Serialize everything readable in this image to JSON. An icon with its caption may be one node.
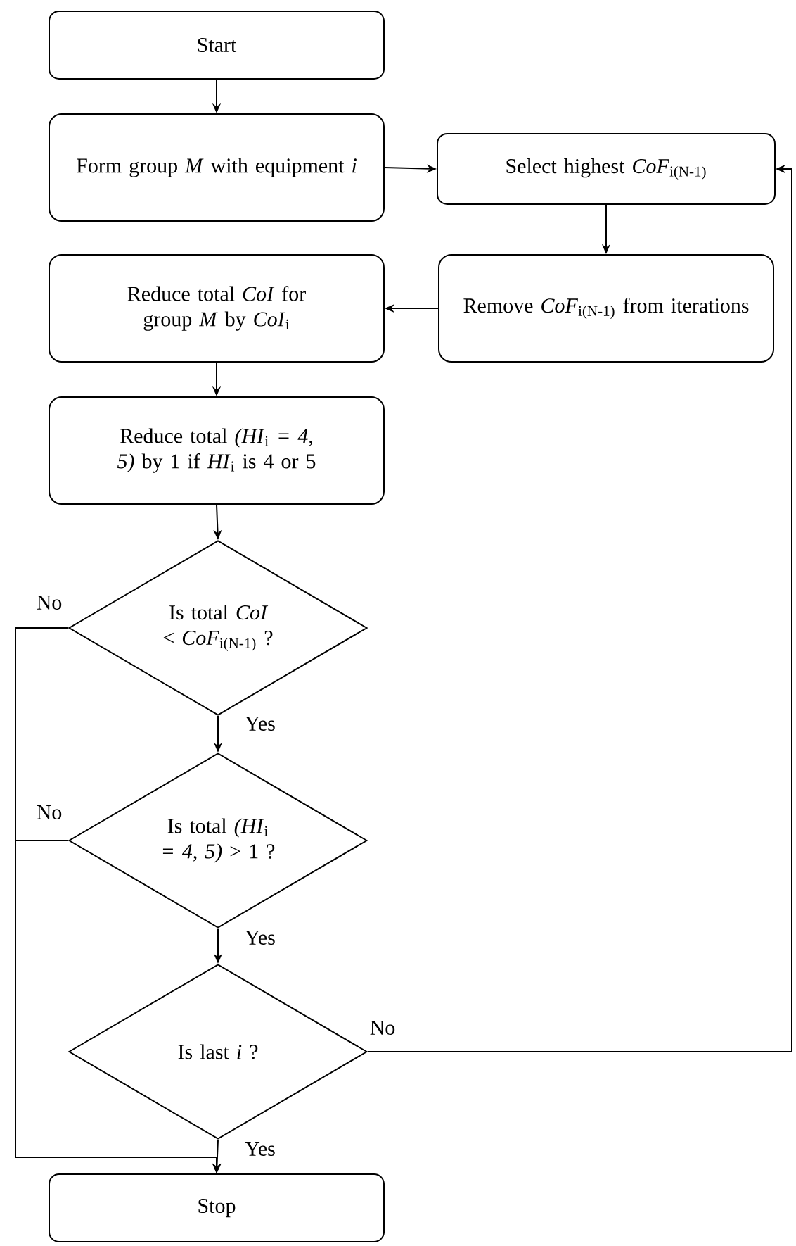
{
  "diagram": {
    "nodes": [
      {
        "text": [
          "Start"
        ]
      },
      {
        "text": [
          "Form group *M* with equipment *i*"
        ]
      },
      {
        "text": [
          "Select highest *CoF*$_{i(N-1)}$"
        ]
      },
      {
        "text": [
          "Remove *CoF*$_{i(N-1)}$ from iterations"
        ]
      },
      {
        "text": [
          "Reduce total *CoI* for group *M* by *CoI*$_{i}$"
        ]
      },
      {
        "text": [
          "Reduce total *(HI*$_{i}$ *= 4, 5)* by 1 if *HI*$_{i}$ is 4 or 5"
        ]
      },
      {
        "text": [
          "Is total *CoI* < *CoF*$_{i(N-1)}$ ?"
        ]
      },
      {
        "text": [
          "Is total *(HI*$_{i}$ *= 4, 5)* > 1 ?"
        ]
      },
      {
        "text": [
          "Is last *i* ?"
        ]
      },
      {
        "text": [
          "Stop"
        ]
      }
    ],
    "edges": [
      {
        "from": 0,
        "to": 1,
        "arrow": "to"
      },
      {
        "from": 1,
        "to": 2,
        "arrow": "to"
      },
      {
        "from": 2,
        "to": 3,
        "arrow": "to"
      },
      {
        "from": 3,
        "to": 4,
        "arrow": "to"
      },
      {
        "from": 4,
        "to": 5,
        "arrow": "to"
      },
      {
        "from": 5,
        "to": 6,
        "arrow": "to"
      },
      {
        "from": 6,
        "to": 7,
        "arrow": "to",
        "label": "Yes"
      },
      {
        "from": 7,
        "to": 8,
        "arrow": "to",
        "label": "Yes"
      },
      {
        "from": 8,
        "to": 9,
        "arrow": "to",
        "label": "Yes"
      },
      {
        "from": 6,
        "to": 9,
        "arrow": "to",
        "label": "No"
      },
      {
        "from": 7,
        "to": 9,
        "arrow": "to",
        "label": "No"
      },
      {
        "from": 8,
        "to": 2,
        "arrow": "to",
        "label": "No"
      }
    ]
  }
}
